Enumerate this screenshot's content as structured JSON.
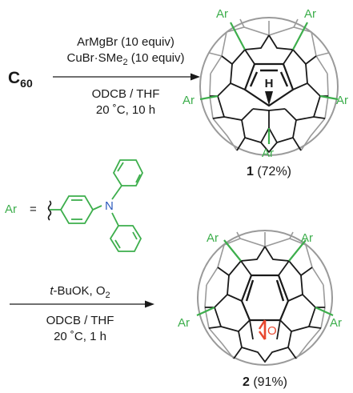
{
  "start_material": {
    "main": "C",
    "sub": "60"
  },
  "reaction1": {
    "reagent1": "ArMgBr (10 equiv)",
    "reagent2_main": "CuBr·SMe",
    "reagent2_sub": "2",
    "reagent2_tail": " (10 equiv)",
    "solvent": "ODCB / THF",
    "conditions": "20 ˚C, 10 h"
  },
  "product1": {
    "number": "1",
    "yield": "(72%)",
    "atom_label": "H"
  },
  "ar_definition": {
    "label": "Ar",
    "equals": "=",
    "n_atom": "N"
  },
  "substituent_label": "Ar",
  "reaction2": {
    "reagent_prefix": "t",
    "reagent_main": "-BuOK, O",
    "reagent_sub": "2",
    "solvent": "ODCB / THF",
    "conditions": "20 ˚C, 1 h"
  },
  "product2": {
    "number": "2",
    "yield": "(91%)",
    "atom_label": "O"
  },
  "colors": {
    "aryl_green": "#3dae4c",
    "epoxide_red": "#e8472f",
    "cage_gray": "#9a9a9a",
    "bond_black": "#1a1a1a"
  }
}
